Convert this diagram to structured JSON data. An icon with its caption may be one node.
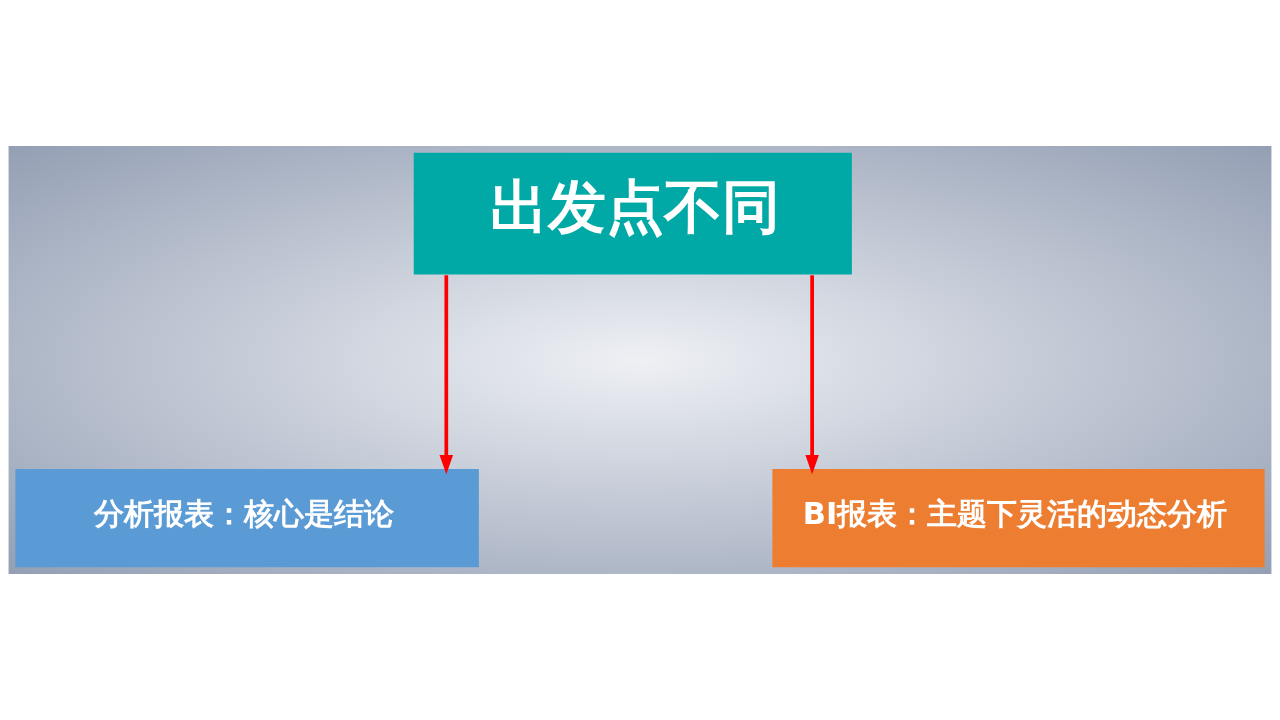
{
  "diagram": {
    "nodes": [
      {
        "text": [
          "出发点不同"
        ]
      },
      {
        "text": [
          "分析报表：核心是结论"
        ]
      },
      {
        "text": [
          "BI报表：主题下灵活的动态分析"
        ]
      }
    ],
    "edges": [
      {
        "from": 0,
        "to": 1,
        "arrow": "to"
      },
      {
        "from": 0,
        "to": 2,
        "arrow": "to"
      }
    ]
  }
}
